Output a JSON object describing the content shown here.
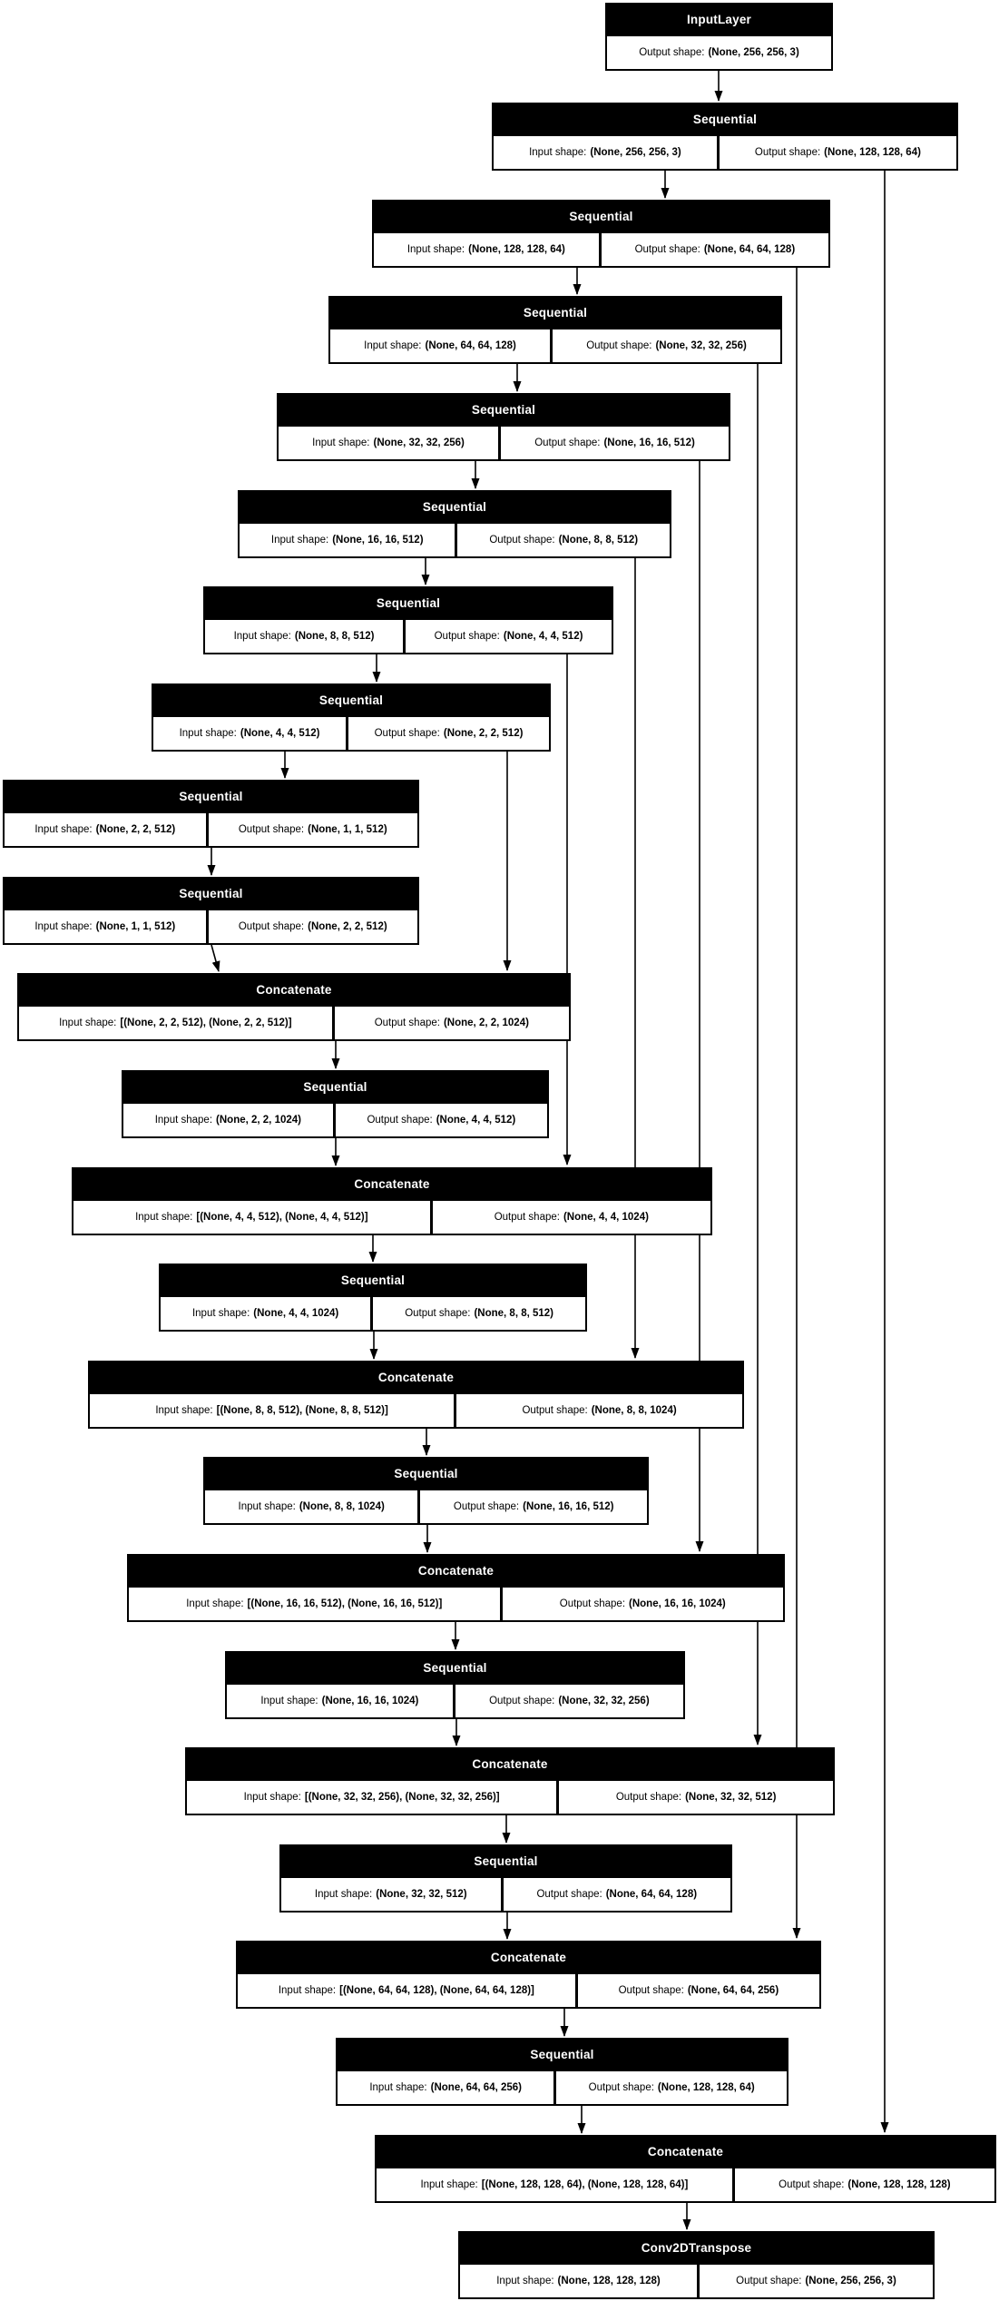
{
  "diagram": {
    "labels": {
      "input": "Input shape:",
      "output": "Output shape:"
    },
    "colors": {
      "node_bg": "#000000",
      "node_text": "#ffffff",
      "cell_bg": "#ffffff",
      "edge": "#000000"
    },
    "nodes": [
      {
        "title": "InputLayer",
        "output": "(None, 256, 256, 3)"
      },
      {
        "title": "Sequential",
        "input": "(None, 256, 256, 3)",
        "output": "(None, 128, 128, 64)"
      },
      {
        "title": "Sequential",
        "input": "(None, 128, 128, 64)",
        "output": "(None, 64, 64, 128)"
      },
      {
        "title": "Sequential",
        "input": "(None, 64, 64, 128)",
        "output": "(None, 32, 32, 256)"
      },
      {
        "title": "Sequential",
        "input": "(None, 32, 32, 256)",
        "output": "(None, 16, 16, 512)"
      },
      {
        "title": "Sequential",
        "input": "(None, 16, 16, 512)",
        "output": "(None, 8, 8, 512)"
      },
      {
        "title": "Sequential",
        "input": "(None, 8, 8, 512)",
        "output": "(None, 4, 4, 512)"
      },
      {
        "title": "Sequential",
        "input": "(None, 4, 4, 512)",
        "output": "(None, 2, 2, 512)"
      },
      {
        "title": "Sequential",
        "input": "(None, 2, 2, 512)",
        "output": "(None, 1, 1, 512)"
      },
      {
        "title": "Sequential",
        "input": "(None, 1, 1, 512)",
        "output": "(None, 2, 2, 512)"
      },
      {
        "title": "Concatenate",
        "input": "[(None, 2, 2, 512), (None, 2, 2, 512)]",
        "output": "(None, 2, 2, 1024)"
      },
      {
        "title": "Sequential",
        "input": "(None, 2, 2, 1024)",
        "output": "(None, 4, 4, 512)"
      },
      {
        "title": "Concatenate",
        "input": "[(None, 4, 4, 512), (None, 4, 4, 512)]",
        "output": "(None, 4, 4, 1024)"
      },
      {
        "title": "Sequential",
        "input": "(None, 4, 4, 1024)",
        "output": "(None, 8, 8, 512)"
      },
      {
        "title": "Concatenate",
        "input": "[(None, 8, 8, 512), (None, 8, 8, 512)]",
        "output": "(None, 8, 8, 1024)"
      },
      {
        "title": "Sequential",
        "input": "(None, 8, 8, 1024)",
        "output": "(None, 16, 16, 512)"
      },
      {
        "title": "Concatenate",
        "input": "[(None, 16, 16, 512), (None, 16, 16, 512)]",
        "output": "(None, 16, 16, 1024)"
      },
      {
        "title": "Sequential",
        "input": "(None, 16, 16, 1024)",
        "output": "(None, 32, 32, 256)"
      },
      {
        "title": "Concatenate",
        "input": "[(None, 32, 32, 256), (None, 32, 32, 256)]",
        "output": "(None, 32, 32, 512)"
      },
      {
        "title": "Sequential",
        "input": "(None, 32, 32, 512)",
        "output": "(None, 64, 64, 128)"
      },
      {
        "title": "Concatenate",
        "input": "[(None, 64, 64, 128), (None, 64, 64, 128)]",
        "output": "(None, 64, 64, 256)"
      },
      {
        "title": "Sequential",
        "input": "(None, 64, 64, 256)",
        "output": "(None, 128, 128, 64)"
      },
      {
        "title": "Concatenate",
        "input": "[(None, 128, 128, 64), (None, 128, 128, 64)]",
        "output": "(None, 128, 128, 128)"
      },
      {
        "title": "Conv2DTranspose",
        "input": "(None, 128, 128, 128)",
        "output": "(None, 256, 256, 3)"
      }
    ]
  }
}
